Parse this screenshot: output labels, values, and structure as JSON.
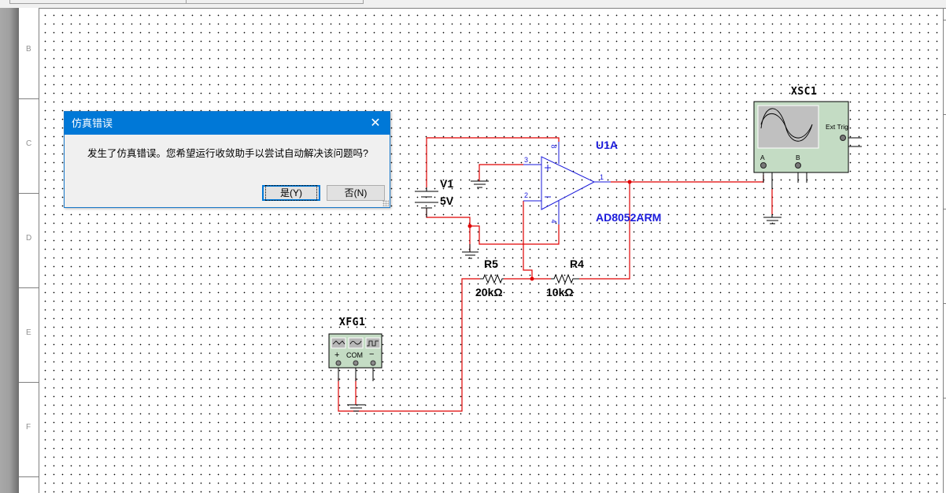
{
  "ruler": {
    "rows": [
      "B",
      "C",
      "D",
      "E",
      "F"
    ]
  },
  "dialog": {
    "title": "仿真错误",
    "close_icon": "close-icon",
    "message": "发生了仿真错误。您希望运行收敛助手以尝试自动解决该问题吗?",
    "yes_button": "是(Y)",
    "no_button": "否(N)"
  },
  "schematic": {
    "opamp": {
      "refdes": "U1A",
      "part": "AD8052ARM",
      "pins": {
        "noninv": "3",
        "inv": "2",
        "out": "1",
        "vpos": "8",
        "vneg": "4"
      }
    },
    "battery": {
      "refdes": "V1",
      "value": "5V"
    },
    "r5": {
      "refdes": "R5",
      "value": "20kΩ"
    },
    "r4": {
      "refdes": "R4",
      "value": "10kΩ"
    },
    "function_generator": {
      "refdes": "XFG1",
      "terminals": {
        "plus": "+",
        "com": "COM",
        "minus": "−"
      },
      "wave_buttons": [
        "triangle-wave-icon",
        "sine-wave-icon",
        "square-wave-icon"
      ]
    },
    "oscilloscope": {
      "refdes": "XSC1",
      "ext_trig": "Ext Trig",
      "channel_a": "A",
      "channel_b": "B"
    }
  },
  "colors": {
    "wire": "#e00000",
    "component": "#1a1adb",
    "instrument_body": "#c4dcc4",
    "dialog_title_bar": "#0078d7"
  }
}
